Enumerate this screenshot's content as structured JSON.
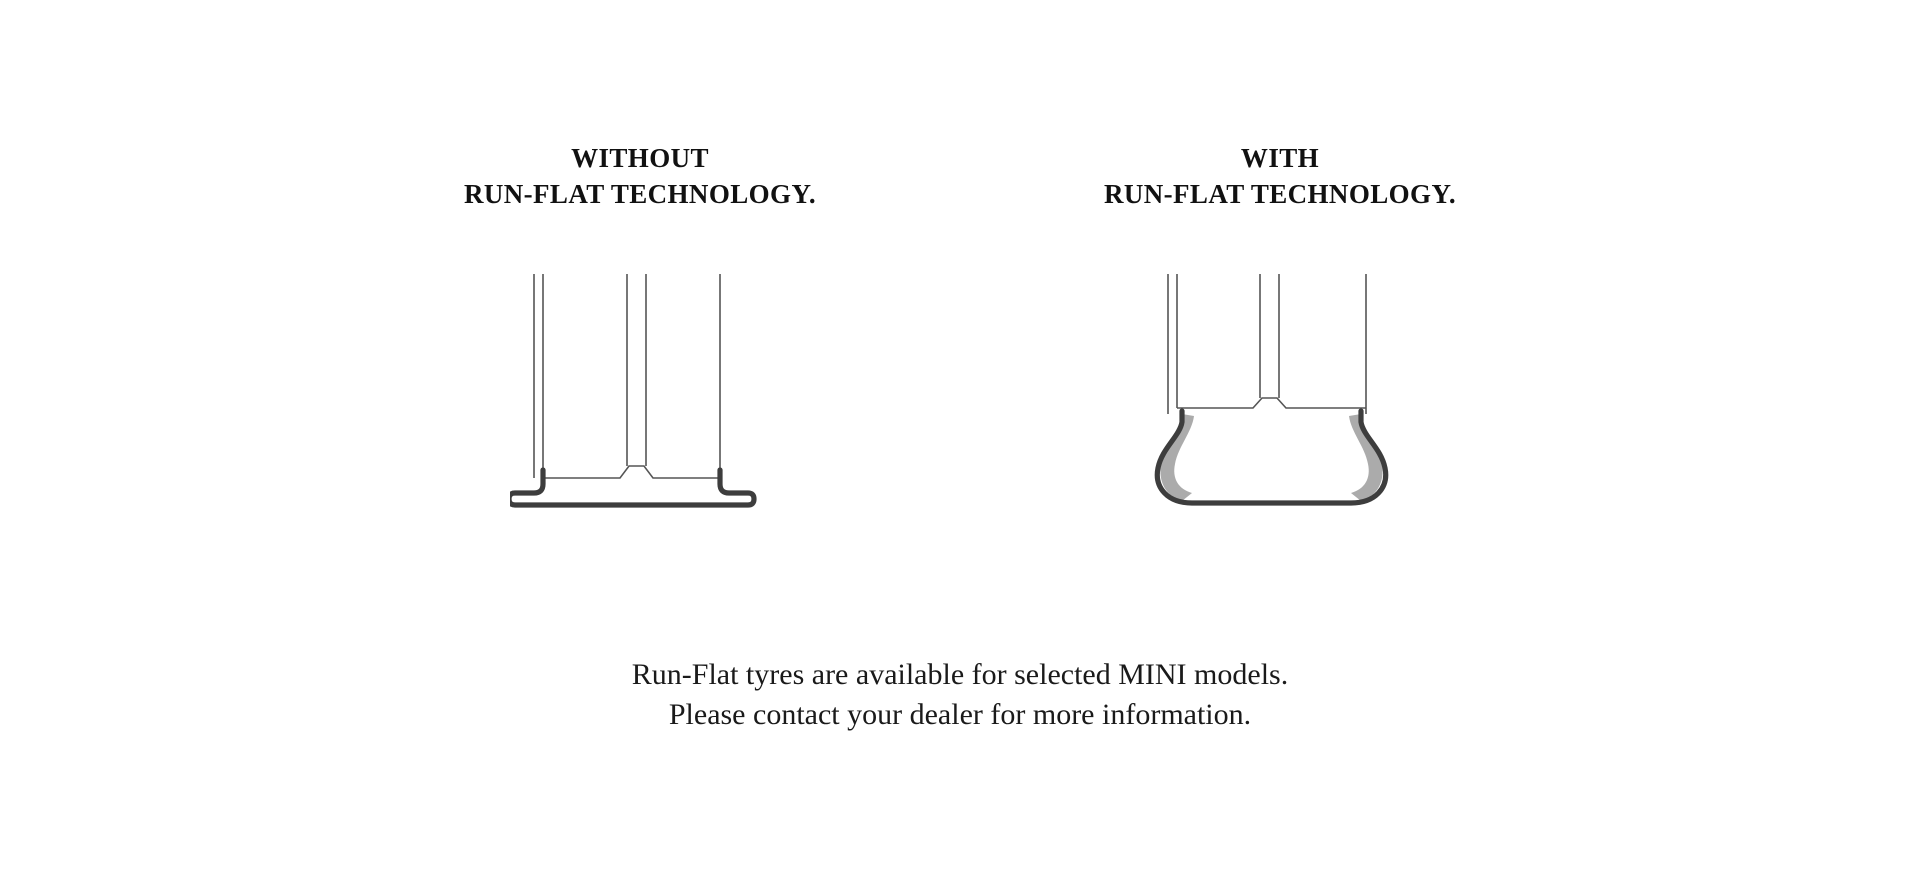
{
  "background_color": "#ffffff",
  "colors": {
    "stroke_dark": "#3d3d3d",
    "stroke_thin": "#555555",
    "reinforcement_gray": "#ababab",
    "text": "#111111"
  },
  "panels": [
    {
      "id": "without",
      "heading_line1": "WITHOUT",
      "heading_line2": "RUN-FLAT TECHNOLOGY.",
      "diagram_name": "deflated-tyre-cross-section"
    },
    {
      "id": "with",
      "heading_line1": "WITH",
      "heading_line2": "RUN-FLAT TECHNOLOGY.",
      "diagram_name": "runflat-tyre-cross-section"
    }
  ],
  "caption": {
    "line1": "Run-Flat tyres are available for selected MINI models.",
    "line2": "Please contact your dealer for more information."
  }
}
